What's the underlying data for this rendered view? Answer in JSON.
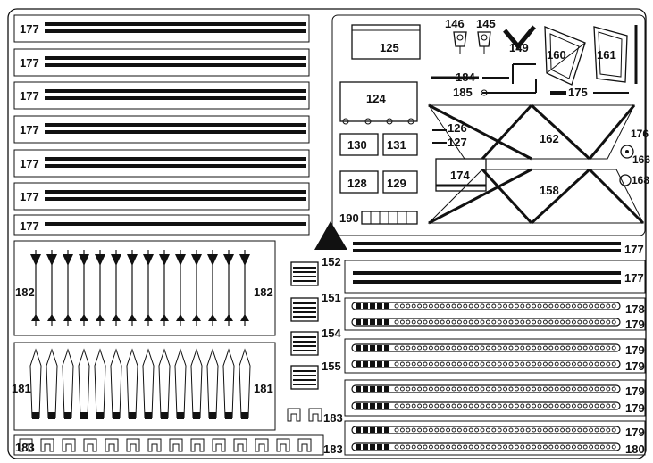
{
  "sheet": {
    "parts": {
      "p177": "177",
      "p125": "125",
      "p146": "146",
      "p145": "145",
      "p149": "149",
      "p160": "160",
      "p161": "161",
      "p184": "184",
      "p185": "185",
      "p175": "175",
      "p124": "124",
      "p126": "126",
      "p127": "127",
      "p162": "162",
      "p176": "176",
      "p166": "166",
      "p130": "130",
      "p131": "131",
      "p174": "174",
      "p168": "168",
      "p128": "128",
      "p129": "129",
      "p158": "158",
      "p190": "190",
      "p152": "152",
      "p151": "151",
      "p154": "154",
      "p155": "155",
      "p182": "182",
      "p181": "181",
      "p183": "183",
      "p178": "178",
      "p179": "179",
      "p180": "180"
    }
  }
}
